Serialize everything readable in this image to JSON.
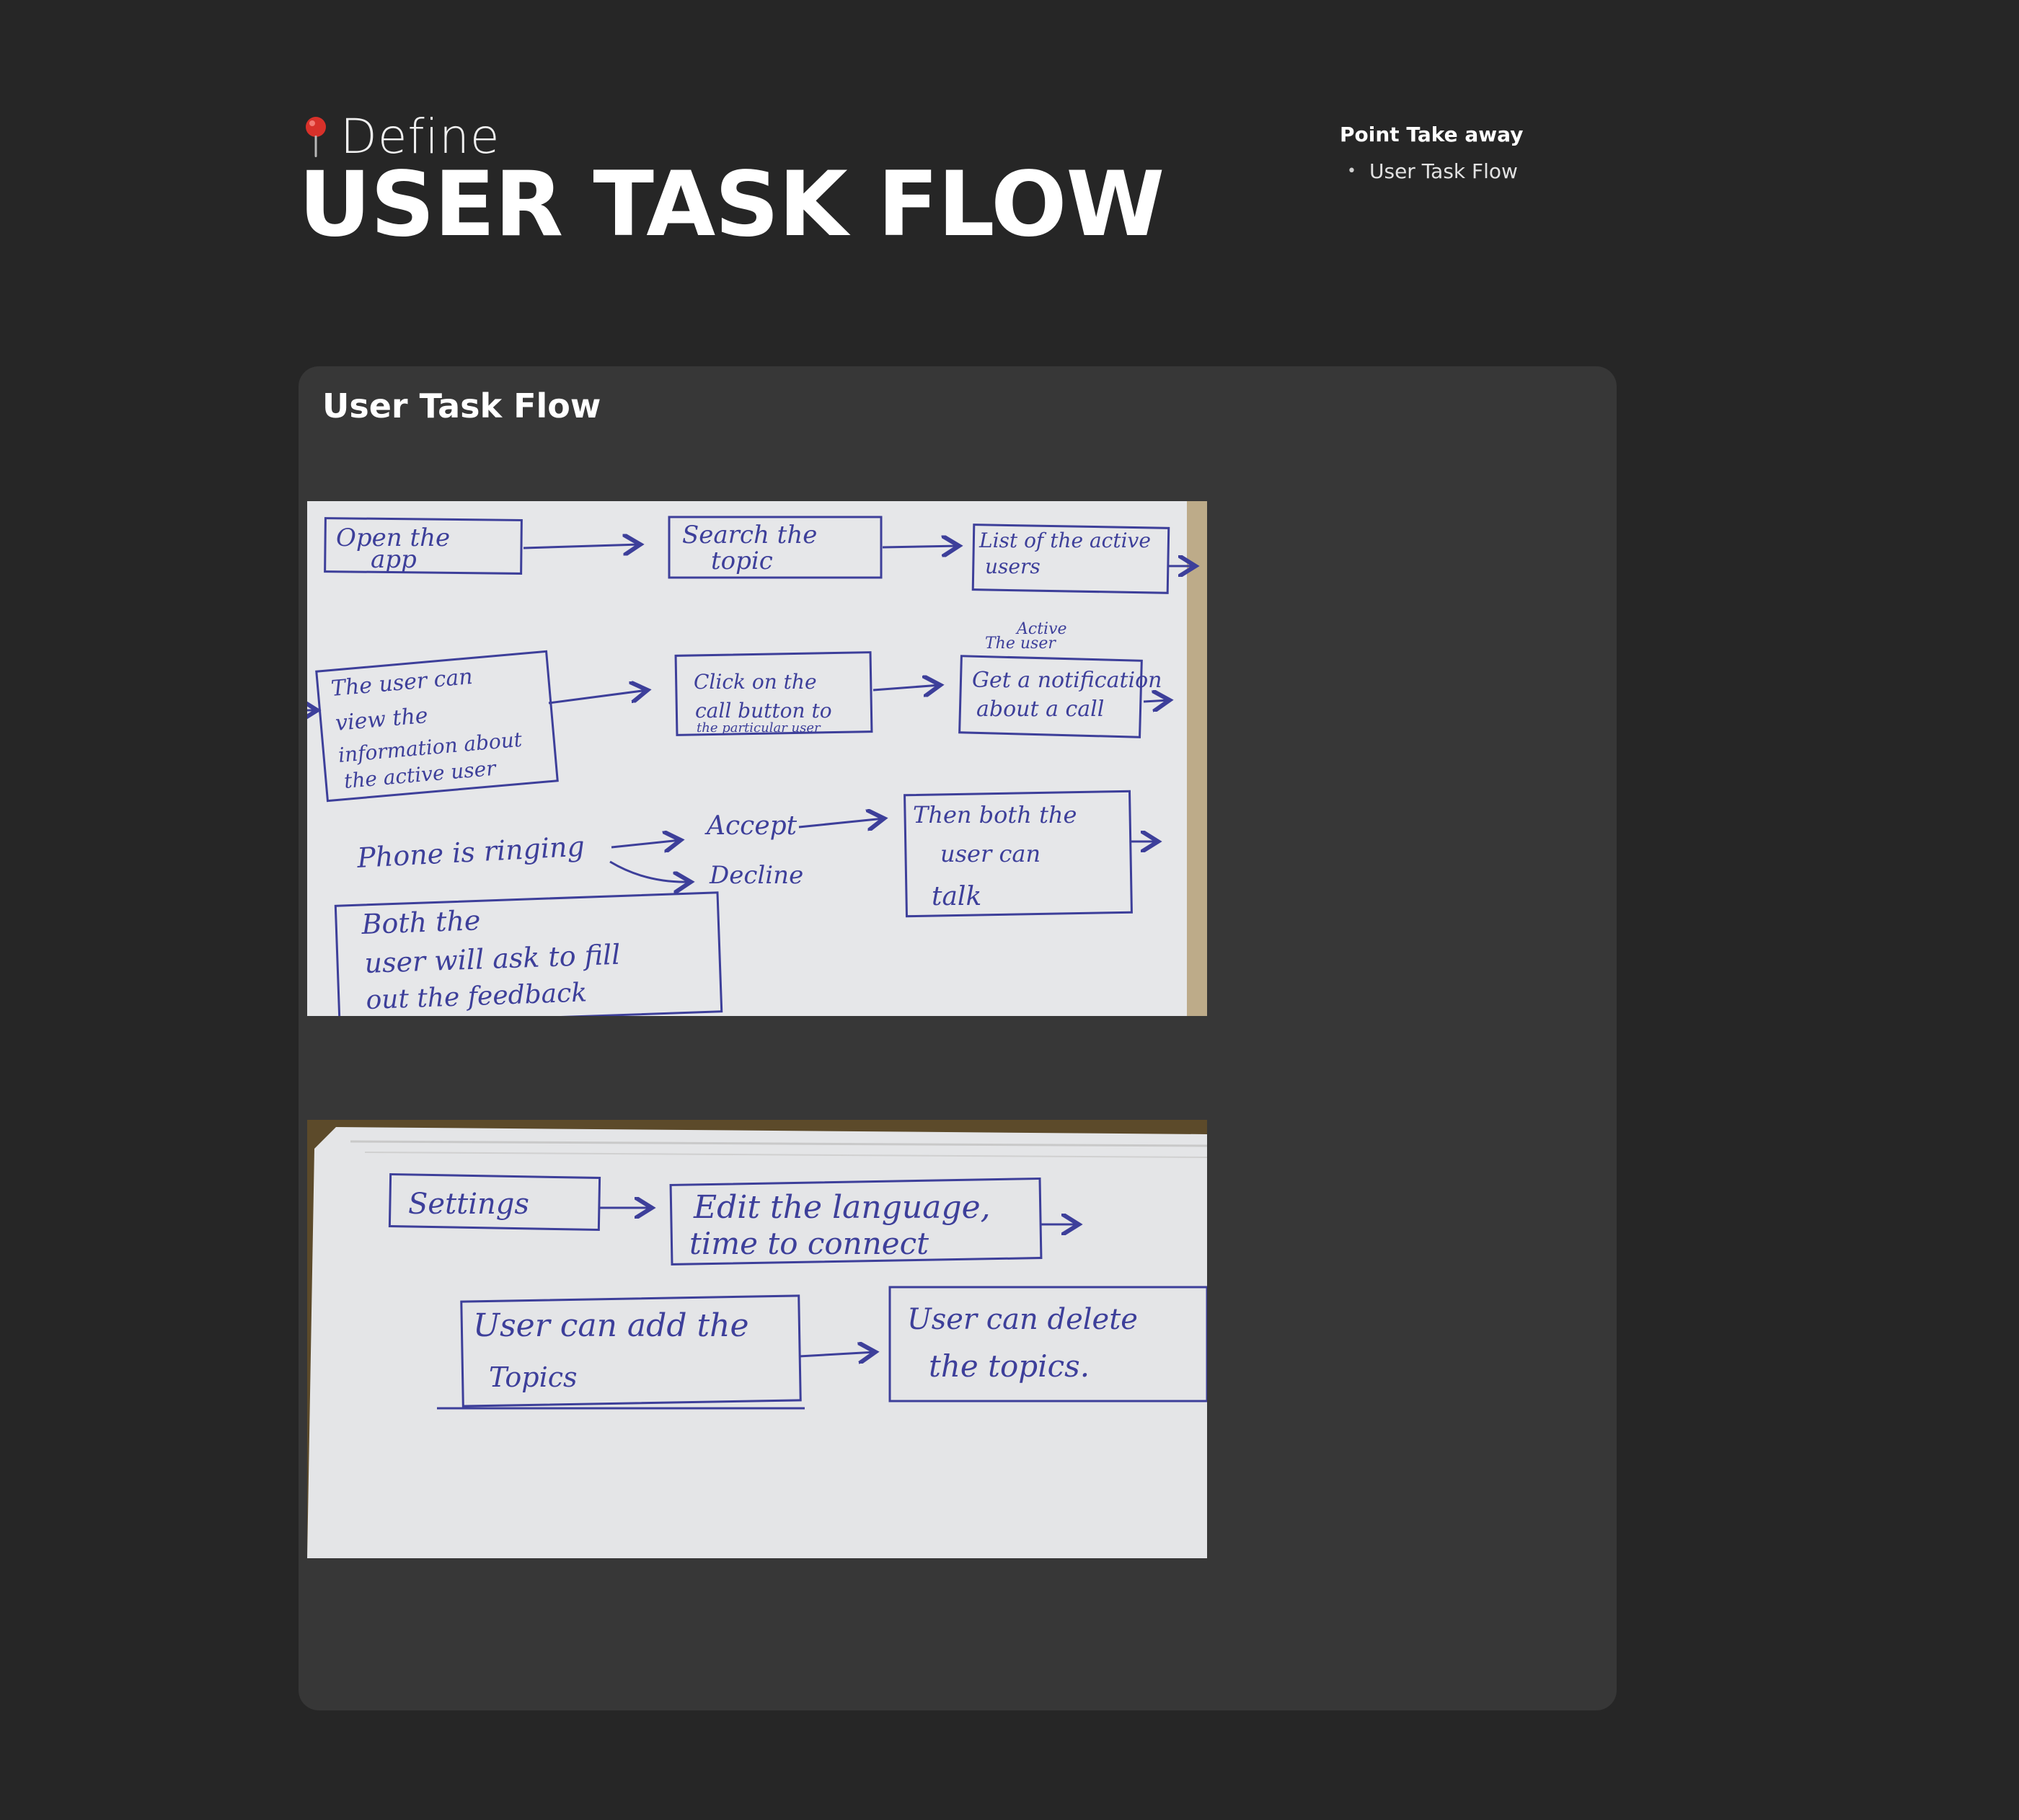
{
  "header": {
    "kicker_icon": "pushpin-icon",
    "kicker": "Define",
    "title": "USER TASK FLOW"
  },
  "takeaway": {
    "title": "Point Take away",
    "items": [
      "User Task Flow"
    ]
  },
  "card": {
    "title": "User Task Flow",
    "sketch1": {
      "open_app_1": "Open the",
      "open_app_2": "app",
      "search_1": "Search the",
      "search_2": "topic",
      "list_1": "List of the active",
      "list_2": "users",
      "active_note_1": "Active",
      "active_note_2": "The user",
      "view_1": "The user can",
      "view_2": "view the",
      "view_3": "information about",
      "view_4": "the active user",
      "click_1": "Click on the",
      "click_2": "call button to",
      "click_3": "the particular user",
      "notify_1": "Get a notification",
      "notify_2": "about a call",
      "ringing": "Phone is ringing",
      "accept": "Accept",
      "decline": "Decline",
      "talk_1": "Then both the",
      "talk_2": "user can",
      "talk_3": "talk",
      "feedback_1": "Both the",
      "feedback_2": "user will ask to fill",
      "feedback_3": "out the feedback"
    },
    "sketch2": {
      "settings": "Settings",
      "edit_1": "Edit the language,",
      "edit_2": "time to connect",
      "add_1": "User can add the",
      "add_2": "Topics",
      "delete_1": "User can delete",
      "delete_2": "the topics."
    }
  }
}
